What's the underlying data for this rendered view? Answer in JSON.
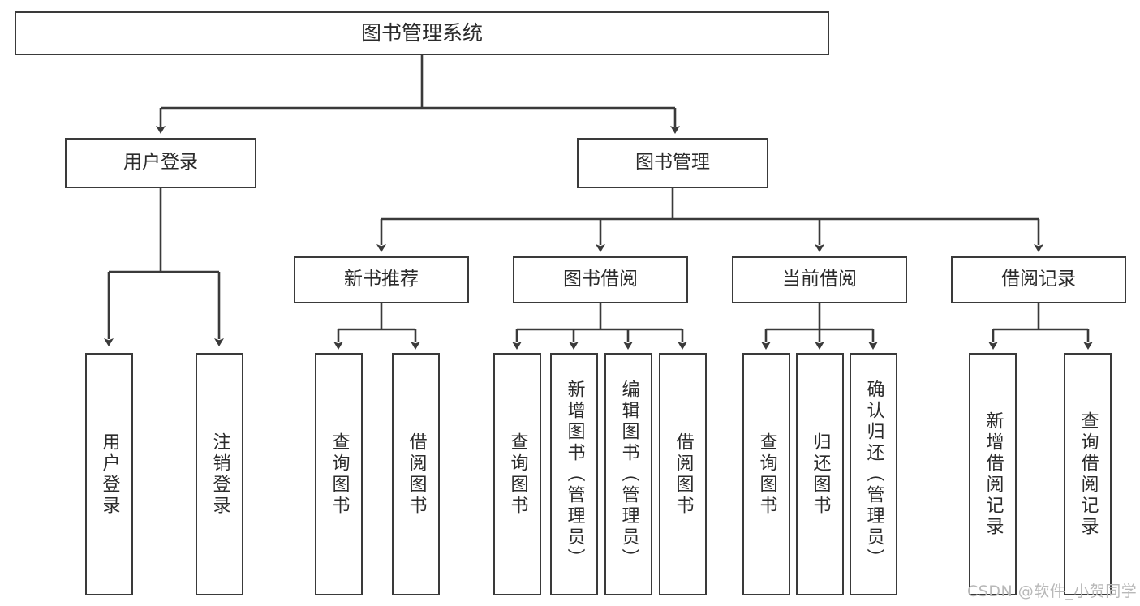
{
  "diagram": {
    "title": "图书管理系统",
    "type": "tree-hierarchy-chart",
    "root": {
      "label": "图书管理系统"
    },
    "level2": [
      {
        "label": "用户登录"
      },
      {
        "label": "图书管理"
      }
    ],
    "level3": [
      {
        "label": "新书推荐"
      },
      {
        "label": "图书借阅"
      },
      {
        "label": "当前借阅"
      },
      {
        "label": "借阅记录"
      }
    ],
    "leaves": {
      "user_login": [
        {
          "label": "用户登录"
        },
        {
          "label": "注销登录"
        }
      ],
      "new_book_recommend": [
        {
          "label": "查询图书"
        },
        {
          "label": "借阅图书"
        }
      ],
      "book_borrow": [
        {
          "label": "查询图书"
        },
        {
          "label": "新增图书（管理员）"
        },
        {
          "label": "编辑图书（管理员）"
        },
        {
          "label": "借阅图书"
        }
      ],
      "current_borrow": [
        {
          "label": "查询图书"
        },
        {
          "label": "归还图书"
        },
        {
          "label": "确认归还（管理员）"
        }
      ],
      "borrow_record": [
        {
          "label": "新增借阅记录"
        },
        {
          "label": "查询借阅记录"
        }
      ]
    }
  },
  "watermark": {
    "text": "CSDN @软件_小贺同学"
  },
  "colors": {
    "stroke": "#3a3a3a",
    "fill": "#ffffff",
    "text": "#2b2b2b",
    "watermark": "#b8b8b8"
  }
}
